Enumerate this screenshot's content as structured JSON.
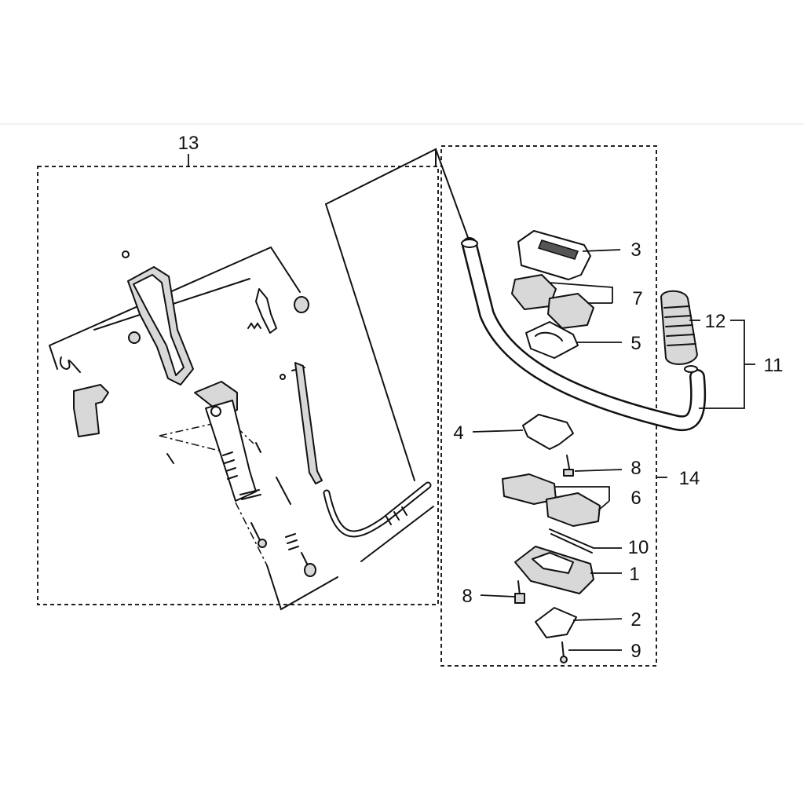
{
  "diagram": {
    "type": "exploded-parts-diagram",
    "callouts": [
      "13",
      "3",
      "7",
      "5",
      "12",
      "11",
      "4",
      "8",
      "14",
      "6",
      "10",
      "1",
      "8",
      "2",
      "9"
    ]
  },
  "colors": {
    "line": "#111111",
    "background": "#ffffff",
    "shade": "#d8d8d8"
  }
}
